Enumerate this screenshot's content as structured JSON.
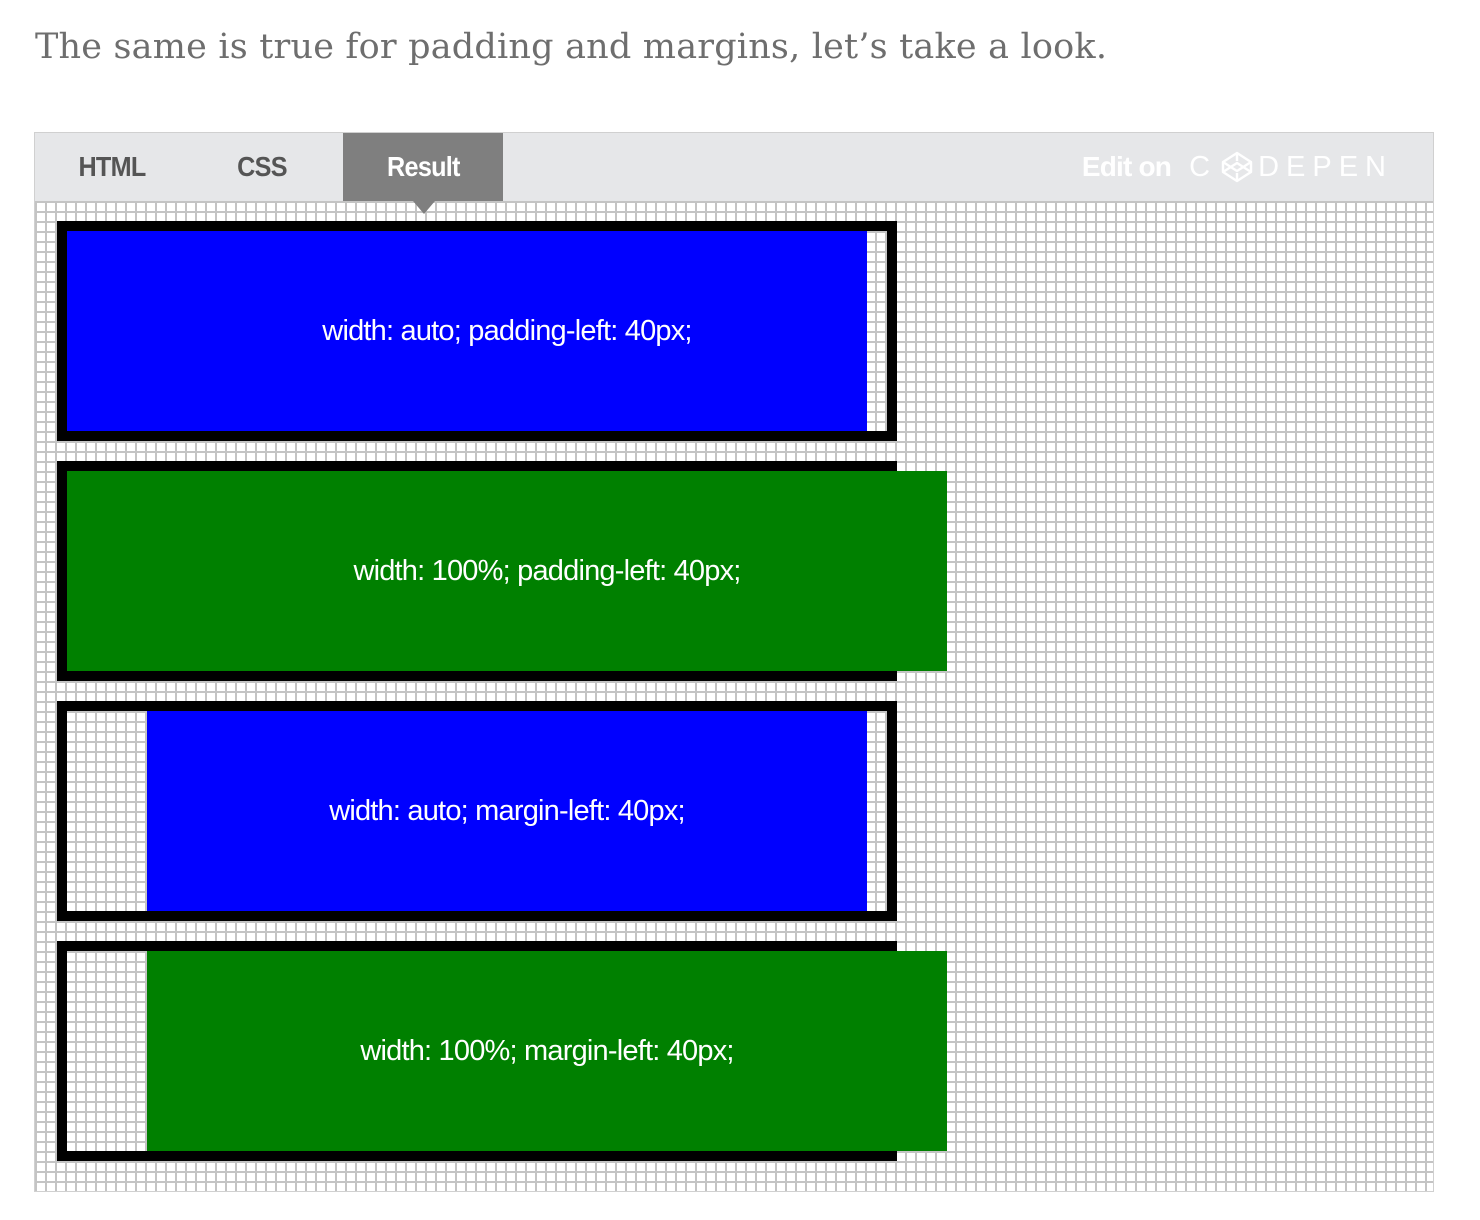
{
  "intro_text": "The same is true for padding and margins, let’s take a look.",
  "embed": {
    "tabs": [
      {
        "label": "HTML",
        "active": false
      },
      {
        "label": "CSS",
        "active": false
      },
      {
        "label": "Result",
        "active": true
      }
    ],
    "edit_on": {
      "label": "Edit on",
      "brand": "CODEPEN",
      "brand_left": "C",
      "brand_right": "DEPEN",
      "brand_icon": "codepen-cube-icon"
    },
    "result": {
      "boxes": [
        {
          "text": "width: auto; padding-left: 40px;",
          "color": "#0000ff"
        },
        {
          "text": "width: 100%; padding-left: 40px;",
          "color": "#008000"
        },
        {
          "text": "width: auto; margin-left: 40px;",
          "color": "#0000ff"
        },
        {
          "text": "width: 100%; margin-left: 40px;",
          "color": "#008000"
        }
      ],
      "border_color": "#000000",
      "grid_color": "#c4c4c4"
    }
  }
}
